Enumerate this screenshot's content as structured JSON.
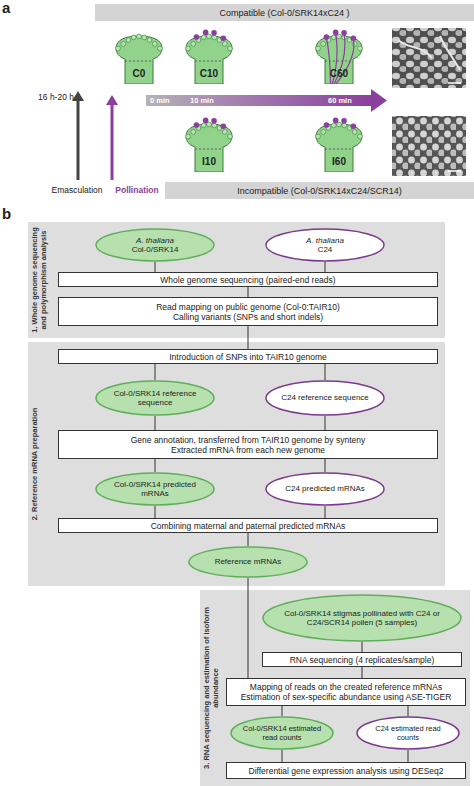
{
  "diagram": {
    "nodes": [
      {
        "text": [
          "Compatible (Col-0/SRK14xC24 )"
        ]
      },
      {
        "text": [
          "C0"
        ]
      },
      {
        "text": [
          "C10"
        ]
      },
      {
        "text": [
          "C60"
        ]
      },
      {
        "text": [
          "I10"
        ]
      },
      {
        "text": [
          "I60"
        ]
      },
      {
        "text": [
          "Incompatible (Col-0/SRK14xC24/SCR14)"
        ]
      },
      {
        "text": [
          "1. Whole genome sequencing and polymorphism analysis"
        ]
      },
      {
        "text": [
          "A. thaliana",
          "Col-0/SRK14"
        ],
        "in": 7
      },
      {
        "text": [
          "A. thaliana",
          "C24"
        ],
        "in": 7
      },
      {
        "text": [
          "Whole genome sequencing (paired-end reads)"
        ],
        "in": 7
      },
      {
        "text": [
          "Read mapping on public genome (Col-0:TAIR10)",
          "Calling variants (SNPs and short indels)"
        ],
        "in": 7
      },
      {
        "text": [
          "2. Reference mRNA preparation"
        ]
      },
      {
        "text": [
          "Introduction of SNPs into TAIR10 genome"
        ],
        "in": 12
      },
      {
        "text": [
          "Col-0/SRK14 reference sequence"
        ],
        "in": 12
      },
      {
        "text": [
          "C24 reference sequence"
        ],
        "in": 12
      },
      {
        "text": [
          "Gene annotation, transferred from TAIR10 genome by synteny",
          "Extracted mRNA from each new genome"
        ],
        "in": 12
      },
      {
        "text": [
          "Col-0/SRK14 predicted mRNAs"
        ],
        "in": 12
      },
      {
        "text": [
          "C24 predicted mRNAs"
        ],
        "in": 12
      },
      {
        "text": [
          "Combining maternal and paternal predicted mRNAs"
        ],
        "in": 12
      },
      {
        "text": [
          "Reference mRNAs"
        ],
        "in": 12
      },
      {
        "text": [
          "3. RNA sequencing and estimation of isoform abundance"
        ]
      },
      {
        "text": [
          "Col-0/SRK14 stigmas pollinated with C24 or C24/SCR14 pollen (5 samples)"
        ],
        "in": 21
      },
      {
        "text": [
          "RNA sequencing (4 replicates/sample)"
        ],
        "in": 21
      },
      {
        "text": [
          "Mapping of reads on the created reference mRNAs",
          "Estimation of sex-specific abundance using ASE-TIGER"
        ],
        "in": 21
      },
      {
        "text": [
          "Col-0/SRK14 estimated read counts"
        ],
        "in": 21
      },
      {
        "text": [
          "C24 estimated read counts"
        ],
        "in": 21
      },
      {
        "text": [
          "Differential gene expression analysis using DESeq2"
        ],
        "in": 21
      }
    ],
    "edges": [
      {
        "from": 8,
        "to": 10,
        "arrow": "none"
      },
      {
        "from": 9,
        "to": 10,
        "arrow": "none"
      },
      {
        "from": 10,
        "to": 11,
        "arrow": "none"
      },
      {
        "from": 11,
        "to": 13,
        "arrow": "none"
      },
      {
        "from": 13,
        "to": 14,
        "arrow": "none"
      },
      {
        "from": 13,
        "to": 15,
        "arrow": "none"
      },
      {
        "from": 14,
        "to": 16,
        "arrow": "none"
      },
      {
        "from": 15,
        "to": 16,
        "arrow": "none"
      },
      {
        "from": 16,
        "to": 17,
        "arrow": "none"
      },
      {
        "from": 16,
        "to": 18,
        "arrow": "none"
      },
      {
        "from": 17,
        "to": 19,
        "arrow": "none"
      },
      {
        "from": 18,
        "to": 19,
        "arrow": "none"
      },
      {
        "from": 19,
        "to": 20,
        "arrow": "none"
      },
      {
        "from": 20,
        "to": 24,
        "arrow": "none"
      },
      {
        "from": 22,
        "to": 23,
        "arrow": "none"
      },
      {
        "from": 23,
        "to": 24,
        "arrow": "none"
      },
      {
        "from": 24,
        "to": 25,
        "arrow": "none"
      },
      {
        "from": 24,
        "to": 26,
        "arrow": "none"
      },
      {
        "from": 25,
        "to": 27,
        "arrow": "none"
      },
      {
        "from": 26,
        "to": 27,
        "arrow": "none"
      }
    ],
    "labels": [
      "a",
      "16 h-20 h",
      "0 min",
      "10 min",
      "60 min",
      "Emasculation",
      "Pollination",
      "b"
    ]
  }
}
